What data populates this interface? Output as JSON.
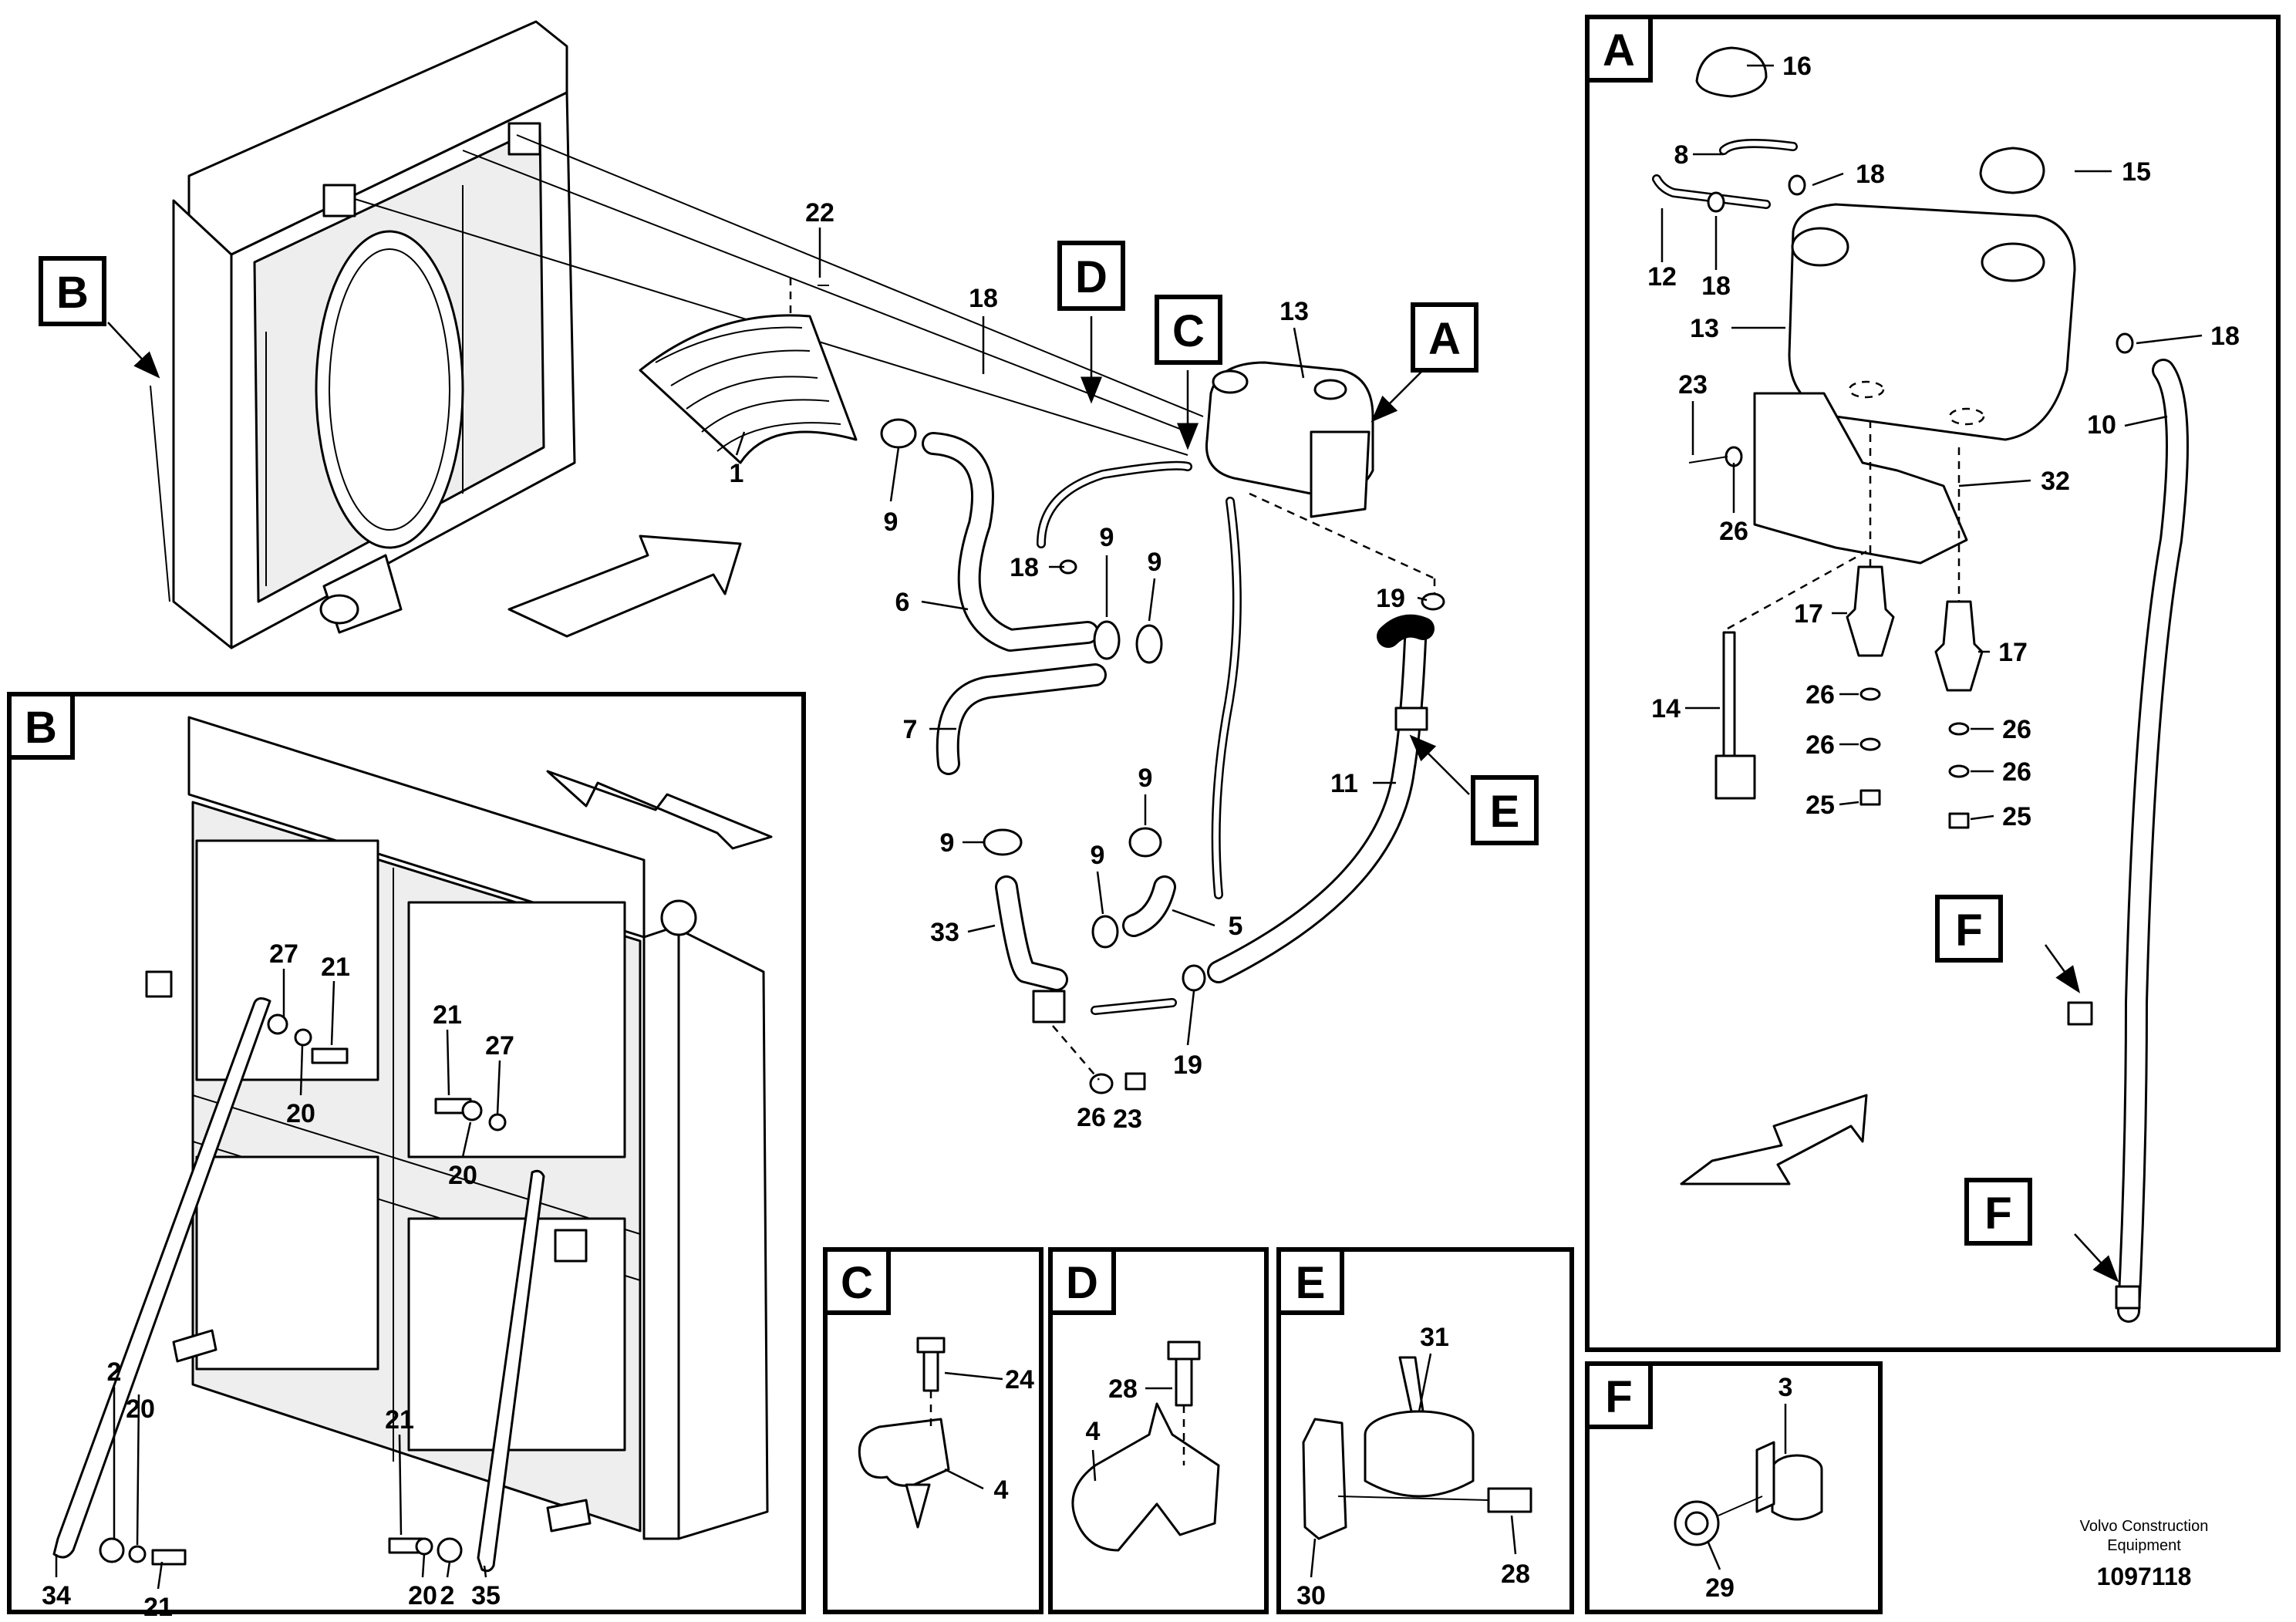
{
  "detail_views": {
    "A": "A",
    "B": "B",
    "C": "C",
    "D": "D",
    "E": "E",
    "F": "F"
  },
  "callouts": {
    "main_1": "1",
    "main_22": "22",
    "main_9a": "9",
    "main_18a": "18",
    "main_13": "13",
    "main_6": "6",
    "main_18b": "18",
    "main_9b": "9",
    "main_9c": "9",
    "main_7": "7",
    "main_9d": "9",
    "main_9e": "9",
    "main_9f": "9",
    "main_33": "33",
    "main_5": "5",
    "main_19a": "19",
    "main_11": "11",
    "main_19b": "19",
    "main_26": "26",
    "main_23": "23",
    "a_16": "16",
    "a_8": "8",
    "a_18a": "18",
    "a_15": "15",
    "a_12": "12",
    "a_18b": "18",
    "a_13": "13",
    "a_18c": "18",
    "a_23": "23",
    "a_26a": "26",
    "a_32": "32",
    "a_10": "10",
    "a_17a": "17",
    "a_17b": "17",
    "a_14": "14",
    "a_26b": "26",
    "a_26c": "26",
    "a_26d": "26",
    "a_26e": "26",
    "a_25a": "25",
    "a_25b": "25",
    "b_27a": "27",
    "b_21a": "21",
    "b_20a": "20",
    "b_21b": "21",
    "b_27b": "27",
    "b_20b": "20",
    "b_2a": "2",
    "b_20c": "20",
    "b_34": "34",
    "b_21c": "21",
    "b_21d": "21",
    "b_20d": "20",
    "b_2b": "2",
    "b_35": "35",
    "c_24": "24",
    "c_4": "4",
    "d_28": "28",
    "d_4": "4",
    "e_31": "31",
    "e_30": "30",
    "e_28": "28",
    "f_3": "3",
    "f_29": "29"
  },
  "footer": {
    "brand_line1": "Volvo Construction",
    "brand_line2": "Equipment",
    "doc_number": "1097118"
  }
}
